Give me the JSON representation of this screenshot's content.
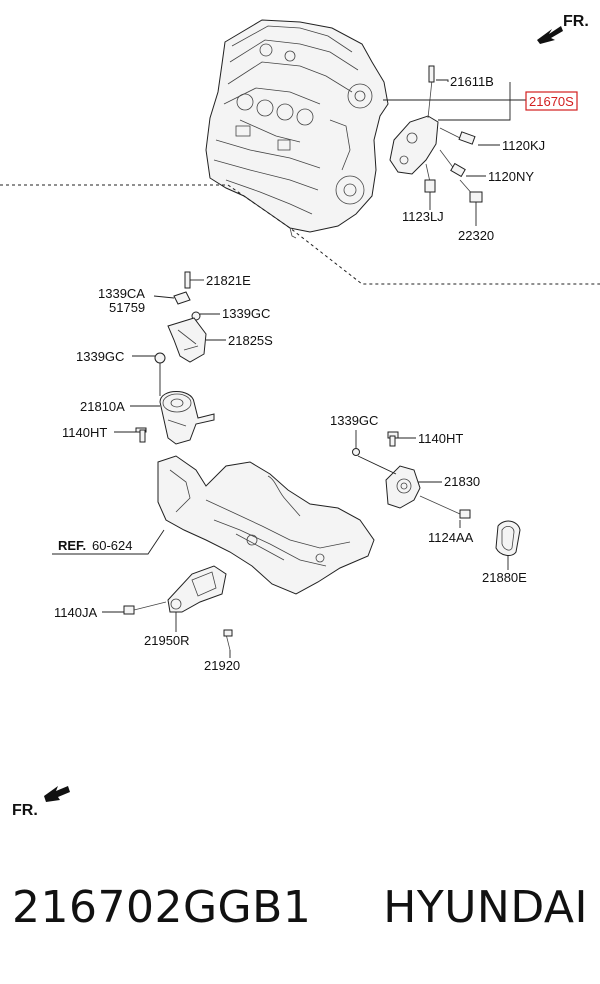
{
  "diagram": {
    "labels": {
      "l21611B": "21611B",
      "l21670S": "21670S",
      "l1120KJ": "1120KJ",
      "l1120NY": "1120NY",
      "l1123LJ": "1123LJ",
      "l22320": "22320",
      "l21821E": "21821E",
      "l1339CA": "1339CA",
      "l51759": "51759",
      "l1339GC_a": "1339GC",
      "l21825S": "21825S",
      "l1339GC_b": "1339GC",
      "l21810A": "21810A",
      "l1140HT_a": "1140HT",
      "l1339GC_c": "1339GC",
      "l1140HT_b": "1140HT",
      "l21830": "21830",
      "l1124AA": "1124AA",
      "l21880E": "21880E",
      "ref_prefix": "REF.",
      "ref_value": "60-624",
      "l1140JA": "1140JA",
      "l21950R": "21950R",
      "l21920": "21920",
      "fr_top": "FR.",
      "fr_bottom": "FR."
    },
    "highlight_color": "#d21f1f"
  },
  "footer": {
    "part_number": "216702GGB1",
    "brand": "HYUNDAI"
  }
}
